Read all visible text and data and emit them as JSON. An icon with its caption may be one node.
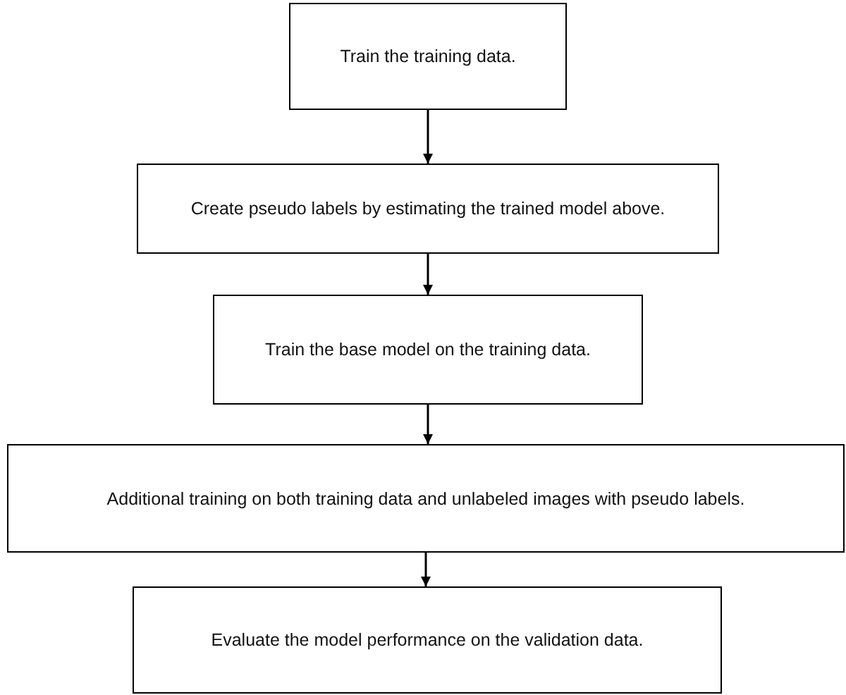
{
  "diagram": {
    "nodes": [
      {
        "text": [
          "Train the training data."
        ]
      },
      {
        "text": [
          "Create pseudo labels by estimating the trained model above."
        ]
      },
      {
        "text": [
          "Train the base model on the training data."
        ]
      },
      {
        "text": [
          "Additional training on both training data and unlabeled images with pseudo labels."
        ]
      },
      {
        "text": [
          "Evaluate the model performance on the validation data."
        ]
      }
    ],
    "edges": [
      {
        "from": 0,
        "to": 1,
        "arrow": "to"
      },
      {
        "from": 1,
        "to": 2,
        "arrow": "to"
      },
      {
        "from": 2,
        "to": 3,
        "arrow": "to"
      },
      {
        "from": 3,
        "to": 4,
        "arrow": "to"
      }
    ]
  }
}
